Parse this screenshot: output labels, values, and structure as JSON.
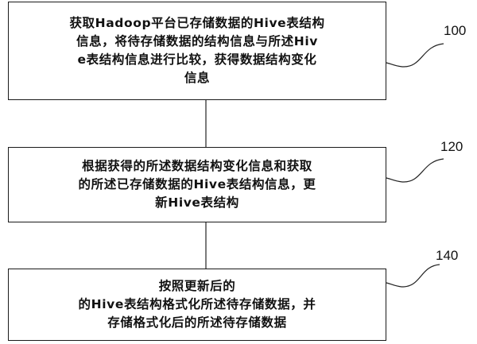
{
  "steps": [
    {
      "ref": "100",
      "lines": [
        "获取Hadoop平台已存储数据的Hive表结构",
        "信息，将待存储数据的结构信息与所述Hiv",
        "e表结构信息进行比较，获得数据结构变化",
        "信息"
      ]
    },
    {
      "ref": "120",
      "lines": [
        "根据获得的所述数据结构变化信息和获取",
        "的所述已存储数据的Hive表结构信息，更",
        "新Hive表结构"
      ]
    },
    {
      "ref": "140",
      "lines": [
        "按照更新后的",
        "的Hive表结构格式化所述待存储数据，并",
        "存储格式化后的所述待存储数据"
      ]
    }
  ]
}
